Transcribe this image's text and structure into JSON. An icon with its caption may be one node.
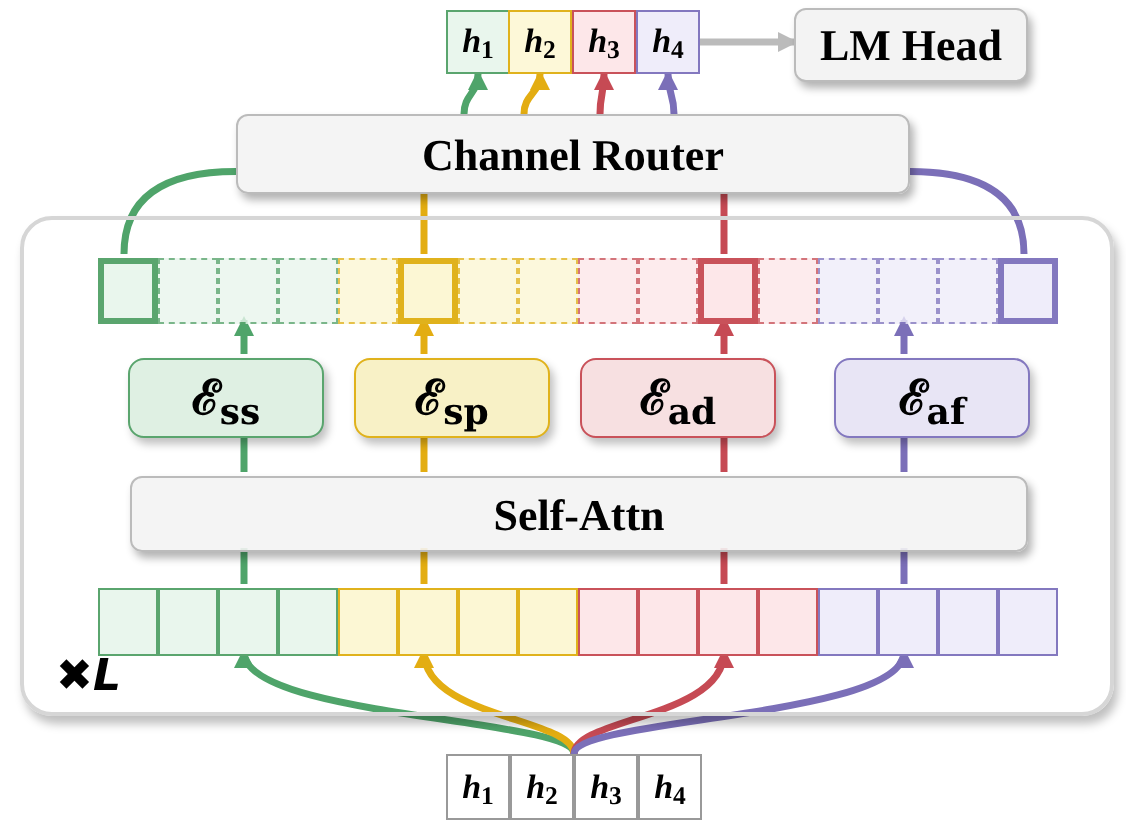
{
  "diagram": {
    "nodes": [
      {
        "text": [
          "*h*$_{1}$"
        ]
      },
      {
        "text": [
          "*h*$_{2}$"
        ]
      },
      {
        "text": [
          "*h*$_{3}$"
        ]
      },
      {
        "text": [
          "*h*$_{4}$"
        ]
      },
      {
        "text": [
          "LM Head"
        ]
      },
      {
        "text": [
          "Channel Router"
        ]
      },
      {
        "text": [
          "✖*L*"
        ]
      },
      {
        "text": [],
        "shape": "box",
        "in": 6
      },
      {
        "text": [],
        "shape": "box",
        "in": 6
      },
      {
        "text": [],
        "shape": "box",
        "in": 6
      },
      {
        "text": [],
        "shape": "box",
        "in": 6
      },
      {
        "text": [],
        "shape": "box",
        "in": 6
      },
      {
        "text": [],
        "shape": "box",
        "in": 6
      },
      {
        "text": [],
        "shape": "box",
        "in": 6
      },
      {
        "text": [],
        "shape": "box",
        "in": 6
      },
      {
        "text": [],
        "shape": "box",
        "in": 6
      },
      {
        "text": [],
        "shape": "box",
        "in": 6
      },
      {
        "text": [],
        "shape": "box",
        "in": 6
      },
      {
        "text": [],
        "shape": "box",
        "in": 6
      },
      {
        "text": [],
        "shape": "box",
        "in": 6
      },
      {
        "text": [],
        "shape": "box",
        "in": 6
      },
      {
        "text": [],
        "shape": "box",
        "in": 6
      },
      {
        "text": [],
        "shape": "box",
        "in": 6
      },
      {
        "text": [
          "ℰ$_{ss}$"
        ],
        "in": 6
      },
      {
        "text": [
          "ℰ$_{sp}$"
        ],
        "in": 6
      },
      {
        "text": [
          "ℰ$_{ad}$"
        ],
        "in": 6
      },
      {
        "text": [
          "ℰ$_{af}$"
        ],
        "in": 6
      },
      {
        "text": [
          "Self-Attn"
        ],
        "in": 6
      },
      {
        "text": [],
        "shape": "box",
        "in": 6
      },
      {
        "text": [],
        "shape": "box",
        "in": 6
      },
      {
        "text": [],
        "shape": "box",
        "in": 6
      },
      {
        "text": [],
        "shape": "box",
        "in": 6
      },
      {
        "text": [],
        "shape": "box",
        "in": 6
      },
      {
        "text": [],
        "shape": "box",
        "in": 6
      },
      {
        "text": [],
        "shape": "box",
        "in": 6
      },
      {
        "text": [],
        "shape": "box",
        "in": 6
      },
      {
        "text": [],
        "shape": "box",
        "in": 6
      },
      {
        "text": [],
        "shape": "box",
        "in": 6
      },
      {
        "text": [],
        "shape": "box",
        "in": 6
      },
      {
        "text": [],
        "shape": "box",
        "in": 6
      },
      {
        "text": [],
        "shape": "box",
        "in": 6
      },
      {
        "text": [],
        "shape": "box",
        "in": 6
      },
      {
        "text": [],
        "shape": "box",
        "in": 6
      },
      {
        "text": [],
        "shape": "box",
        "in": 6
      },
      {
        "text": [
          "*h*$_{1}$"
        ]
      },
      {
        "text": [
          "*h*$_{2}$"
        ]
      },
      {
        "text": [
          "*h*$_{3}$"
        ]
      },
      {
        "text": [
          "*h*$_{4}$"
        ]
      }
    ],
    "edges": [
      {
        "from": 7,
        "to": 5,
        "arrow": "none",
        "color": "#4fa46a"
      },
      {
        "from": 5,
        "to": 0,
        "arrow": "to",
        "color": "#4fa46a"
      },
      {
        "from": 12,
        "to": 5,
        "arrow": "none",
        "color": "#e3ad12"
      },
      {
        "from": 5,
        "to": 1,
        "arrow": "to",
        "color": "#e3ad12"
      },
      {
        "from": 17,
        "to": 5,
        "arrow": "none",
        "color": "#c64a54"
      },
      {
        "from": 5,
        "to": 2,
        "arrow": "to",
        "color": "#c64a54"
      },
      {
        "from": 22,
        "to": 5,
        "arrow": "none",
        "color": "#7b6fb8"
      },
      {
        "from": 5,
        "to": 3,
        "arrow": "to",
        "color": "#7b6fb8"
      },
      {
        "from": 3,
        "to": 4,
        "arrow": "to",
        "color": "#bbbbbb"
      },
      {
        "from": 23,
        "to": 9,
        "arrow": "to",
        "color": "#4fa46a"
      },
      {
        "from": 24,
        "to": 12,
        "arrow": "to",
        "color": "#e3ad12"
      },
      {
        "from": 25,
        "to": 17,
        "arrow": "to",
        "color": "#c64a54"
      },
      {
        "from": 26,
        "to": 20,
        "arrow": "to",
        "color": "#7b6fb8"
      },
      {
        "from": 30,
        "to": 27,
        "arrow": "none",
        "color": "#4fa46a"
      },
      {
        "from": 27,
        "to": 23,
        "arrow": "none",
        "color": "#4fa46a"
      },
      {
        "from": 33,
        "to": 27,
        "arrow": "none",
        "color": "#e3ad12"
      },
      {
        "from": 27,
        "to": 24,
        "arrow": "none",
        "color": "#e3ad12"
      },
      {
        "from": 38,
        "to": 27,
        "arrow": "none",
        "color": "#c64a54"
      },
      {
        "from": 27,
        "to": 25,
        "arrow": "none",
        "color": "#c64a54"
      },
      {
        "from": 41,
        "to": 27,
        "arrow": "none",
        "color": "#7b6fb8"
      },
      {
        "from": 27,
        "to": 26,
        "arrow": "none",
        "color": "#7b6fb8"
      },
      {
        "from": 45,
        "to": 30,
        "arrow": "to",
        "color": "#4fa46a"
      },
      {
        "from": 45,
        "to": 33,
        "arrow": "to",
        "color": "#e3ad12"
      },
      {
        "from": 46,
        "to": 38,
        "arrow": "to",
        "color": "#c64a54"
      },
      {
        "from": 46,
        "to": 41,
        "arrow": "to",
        "color": "#7b6fb8"
      }
    ]
  }
}
